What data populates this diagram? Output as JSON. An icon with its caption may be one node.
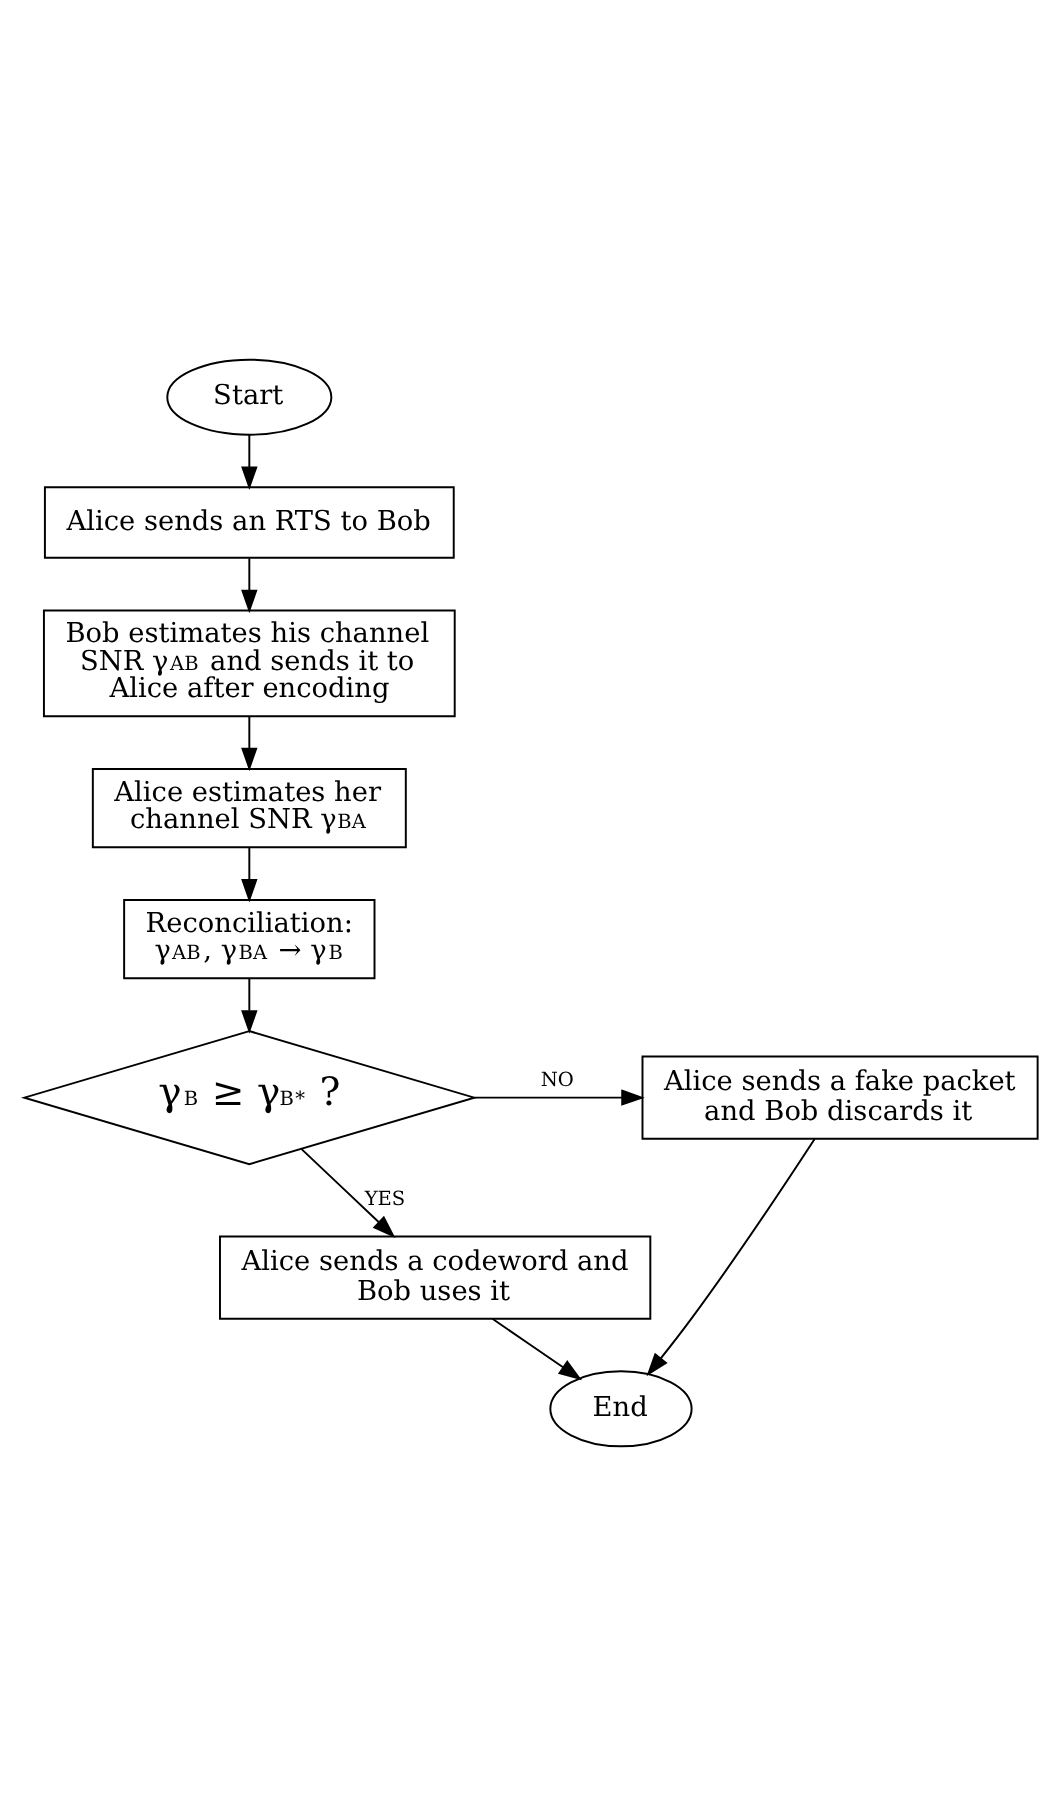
{
  "diagram": {
    "nodes": [
      {
        "text": [
          "Start"
        ]
      },
      {
        "text": [
          "Alice sends an RTS to Bob"
        ]
      },
      {
        "text": [
          "Bob estimates his channel SNR γ$_{AB}$ and sends it to Alice after encoding"
        ]
      },
      {
        "text": [
          "Alice estimates her channel SNR γ$_{BA}$"
        ]
      },
      {
        "text": [
          "Reconciliation:",
          "γ$_{AB}$, γ$_{BA}$ → γ$_{B}$"
        ]
      },
      {
        "text": [
          "γ$_{B}$ ≥ γ$_{B}$$^{*}$ ?"
        ]
      },
      {
        "text": [
          "Alice sends a fake packet and Bob discards it"
        ]
      },
      {
        "text": [
          "Alice sends a codeword and Bob uses it"
        ]
      },
      {
        "text": [
          "End"
        ]
      }
    ],
    "edges": [
      {
        "from": 0,
        "to": 1,
        "arrow": "to"
      },
      {
        "from": 1,
        "to": 2,
        "arrow": "to"
      },
      {
        "from": 2,
        "to": 3,
        "arrow": "to"
      },
      {
        "from": 3,
        "to": 4,
        "arrow": "to"
      },
      {
        "from": 4,
        "to": 5,
        "arrow": "to"
      },
      {
        "from": 5,
        "to": 6,
        "arrow": "to",
        "label": "NO"
      },
      {
        "from": 5,
        "to": 7,
        "arrow": "to",
        "label": "YES"
      },
      {
        "from": 7,
        "to": 8,
        "arrow": "to"
      },
      {
        "from": 6,
        "to": 8,
        "arrow": "to"
      }
    ]
  }
}
